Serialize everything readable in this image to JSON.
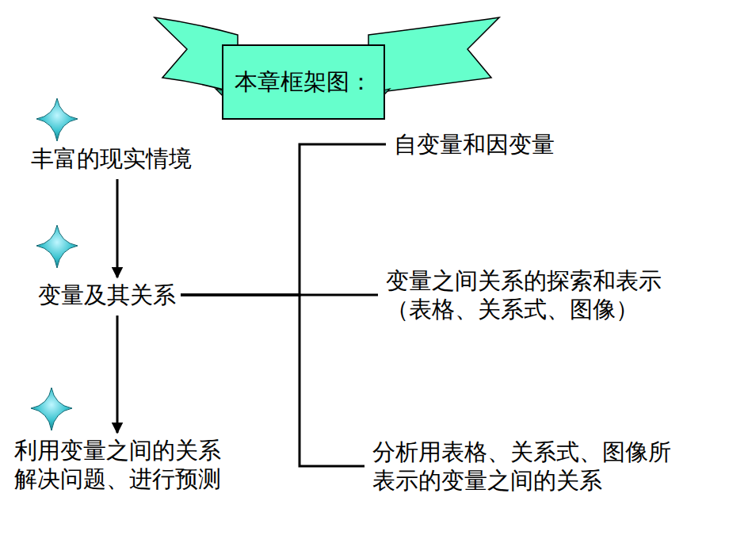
{
  "diagram": {
    "nodes": [
      {
        "text": [
          "本章框架图："
        ]
      },
      {
        "text": [
          "丰富的现实情境"
        ]
      },
      {
        "text": [
          "变量及其关系"
        ]
      },
      {
        "text": [
          "利用变量之间的关系 解决问题、进行预测"
        ]
      },
      {
        "text": [
          "自变量和因变量"
        ]
      },
      {
        "text": [
          "变量之间关系的探索和表示 （表格、关系式、图像）"
        ]
      },
      {
        "text": [
          "分析用表格、关系式、图像所 表示的变量之间的关系"
        ]
      }
    ],
    "edges": [
      {
        "from": 1,
        "to": 2,
        "arrow": "to"
      },
      {
        "from": 2,
        "to": 3,
        "arrow": "to"
      },
      {
        "from": 2,
        "to": 4,
        "arrow": "none"
      },
      {
        "from": 2,
        "to": 5,
        "arrow": "none"
      },
      {
        "from": 2,
        "to": 6,
        "arrow": "none"
      }
    ]
  }
}
